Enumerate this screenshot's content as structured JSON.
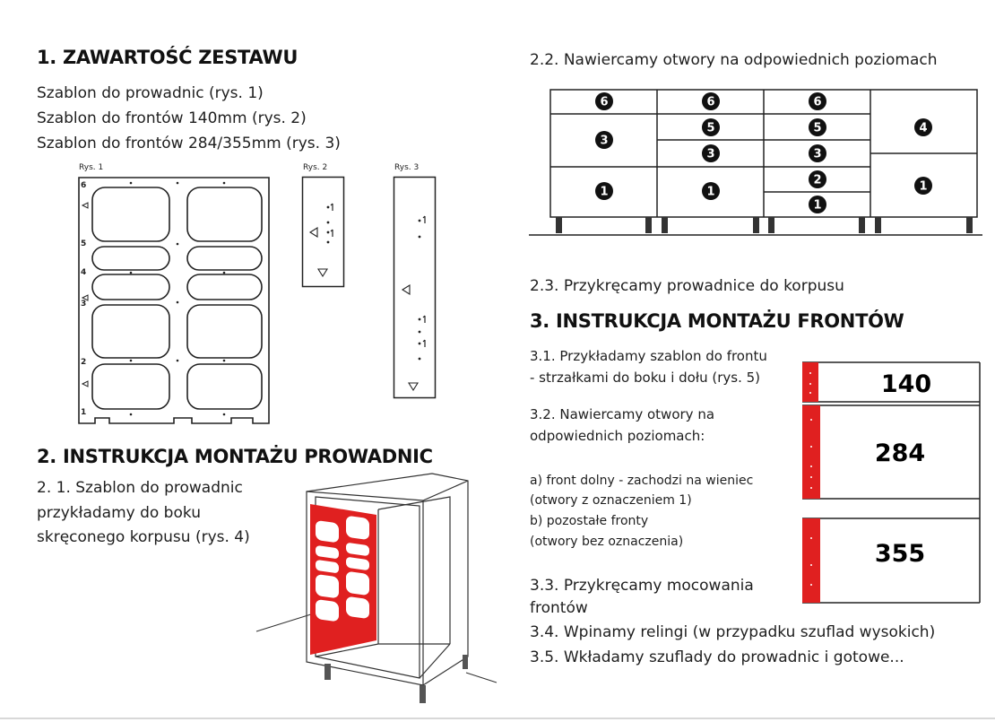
{
  "section1": {
    "heading": "1. ZAWARTOŚĆ ZESTAWU",
    "items": [
      "Szablon do prowadnic (rys. 1)",
      "Szablon do frontów 140mm (rys. 2)",
      "Szablon do frontów 284/355mm (rys. 3)"
    ],
    "fig_labels": [
      "Rys. 1",
      "Rys. 2",
      "Rys. 3"
    ],
    "rys1_levels": [
      "6",
      "5",
      "4",
      "3",
      "2",
      "1"
    ]
  },
  "section2": {
    "heading": "2. INSTRUKCJA MONTAŻU PROWADNIC",
    "step1_lines": [
      "2. 1. Szablon do prowadnic",
      "przykładamy do boku",
      "skręconego korpusu (rys. 4)"
    ],
    "step2": "2.2. Nawiercamy otwory na odpowiednich poziomach",
    "step3": "2.3. Przykręcamy prowadnice do korpusu",
    "cabinet_markers": {
      "col1": [
        "6",
        "3",
        "1"
      ],
      "col2": [
        "6",
        "5",
        "3",
        "1"
      ],
      "col3": [
        "6",
        "5",
        "3",
        "2",
        "1"
      ],
      "col4": [
        "4",
        "1"
      ]
    }
  },
  "section3": {
    "heading": "3. INSTRUKCJA MONTAŻU FRONTÓW",
    "step1_lines": [
      "3.1. Przykładamy szablon do frontu",
      "- strzałkami do boku i dołu (rys. 5)"
    ],
    "step2_lines": [
      "3.2. Nawiercamy otwory na",
      "odpowiednich poziomach:"
    ],
    "notes": [
      "a) front dolny - zachodzi na wieniec",
      "(otwory z oznaczeniem 1)",
      "b) pozostałe fronty",
      "(otwory bez oznaczenia)"
    ],
    "step3_lines": [
      "3.3. Przykręcamy mocowania",
      "frontów"
    ],
    "step4": "3.4. Wpinamy relingi (w przypadku szuflad wysokich)",
    "step5": "3.5. Wkładamy szuflady do prowadnic i gotowe..."
  },
  "front_sizes": [
    "140",
    "284",
    "355"
  ],
  "colors": {
    "accent": "#e02020",
    "text": "#1e1e1e",
    "line": "#222222"
  }
}
